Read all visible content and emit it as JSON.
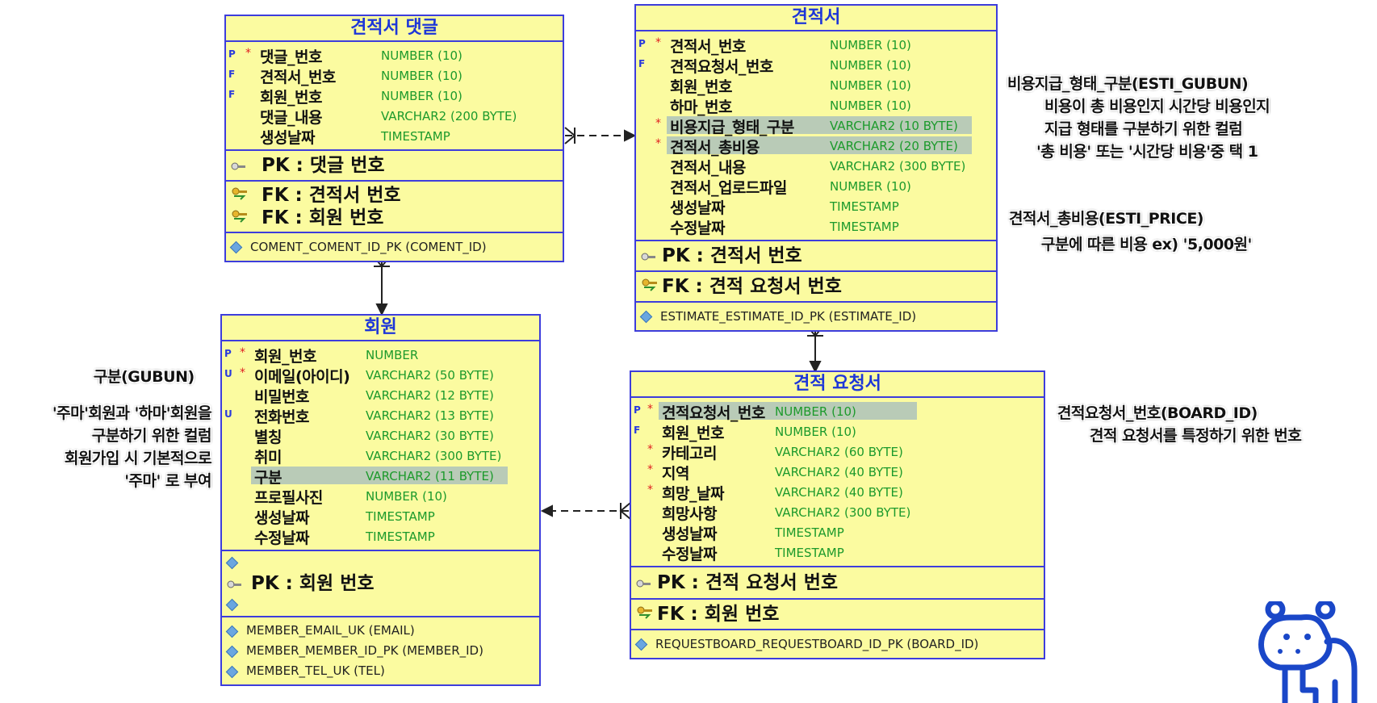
{
  "entities": {
    "comment": {
      "title": "견적서 댓글",
      "columns": [
        {
          "flag": "P",
          "req": "*",
          "name": "댓글_번호",
          "type": "NUMBER (10)"
        },
        {
          "flag": "F",
          "req": "",
          "name": "견적서_번호",
          "type": "NUMBER (10)"
        },
        {
          "flag": "F",
          "req": "",
          "name": "회원_번호",
          "type": "NUMBER (10)"
        },
        {
          "flag": "",
          "req": "",
          "name": "댓글_내용",
          "type": "VARCHAR2 (200 BYTE)"
        },
        {
          "flag": "",
          "req": "",
          "name": "생성날짜",
          "type": "TIMESTAMP"
        }
      ],
      "pk": "PK : 댓글 번호",
      "fk": [
        "FK : 견적서 번호",
        "FK : 회원 번호"
      ],
      "indexes": [
        "COMENT_COMENT_ID_PK (COMENT_ID)"
      ]
    },
    "estimate": {
      "title": "견적서",
      "columns": [
        {
          "flag": "P",
          "req": "*",
          "name": "견적서_번호",
          "type": "NUMBER (10)"
        },
        {
          "flag": "F",
          "req": "",
          "name": "견적요청서_번호",
          "type": "NUMBER (10)"
        },
        {
          "flag": "",
          "req": "",
          "name": "회원_번호",
          "type": "NUMBER (10)"
        },
        {
          "flag": "",
          "req": "",
          "name": "하마_번호",
          "type": "NUMBER (10)"
        },
        {
          "flag": "",
          "req": "*",
          "name": "비용지급_형태_구분",
          "type": "VARCHAR2 (10 BYTE)",
          "highlight": true
        },
        {
          "flag": "",
          "req": "*",
          "name": "견적서_총비용",
          "type": "VARCHAR2 (20 BYTE)",
          "highlight": true
        },
        {
          "flag": "",
          "req": "",
          "name": "견적서_내용",
          "type": "VARCHAR2 (300 BYTE)"
        },
        {
          "flag": "",
          "req": "",
          "name": "견적서_업로드파일",
          "type": "NUMBER (10)"
        },
        {
          "flag": "",
          "req": "",
          "name": "생성날짜",
          "type": "TIMESTAMP"
        },
        {
          "flag": "",
          "req": "",
          "name": "수정날짜",
          "type": "TIMESTAMP"
        }
      ],
      "pk": "PK : 견적서 번호",
      "fk": [
        "FK : 견적 요청서 번호"
      ],
      "indexes": [
        "ESTIMATE_ESTIMATE_ID_PK (ESTIMATE_ID)"
      ]
    },
    "member": {
      "title": "회원",
      "columns": [
        {
          "flag": "P",
          "req": "*",
          "name": "회원_번호",
          "type": "NUMBER"
        },
        {
          "flag": "U",
          "req": "*",
          "name": "이메일(아이디)",
          "type": "VARCHAR2 (50 BYTE)"
        },
        {
          "flag": "",
          "req": "",
          "name": "비밀번호",
          "type": "VARCHAR2 (12 BYTE)"
        },
        {
          "flag": "U",
          "req": "",
          "name": "전화번호",
          "type": "VARCHAR2 (13 BYTE)"
        },
        {
          "flag": "",
          "req": "",
          "name": "별칭",
          "type": "VARCHAR2 (30 BYTE)"
        },
        {
          "flag": "",
          "req": "",
          "name": "취미",
          "type": "VARCHAR2 (300 BYTE)"
        },
        {
          "flag": "",
          "req": "",
          "name": "구분",
          "type": "VARCHAR2 (11 BYTE)",
          "highlight": true
        },
        {
          "flag": "",
          "req": "",
          "name": "프로필사진",
          "type": "NUMBER (10)"
        },
        {
          "flag": "",
          "req": "",
          "name": "생성날짜",
          "type": "TIMESTAMP"
        },
        {
          "flag": "",
          "req": "",
          "name": "수정날짜",
          "type": "TIMESTAMP"
        }
      ],
      "pk": "PK : 회원 번호",
      "indexes": [
        "MEMBER_EMAIL_UK (EMAIL)",
        "MEMBER_MEMBER_ID_PK (MEMBER_ID)",
        "MEMBER_TEL_UK (TEL)"
      ]
    },
    "request": {
      "title": "견적 요청서",
      "columns": [
        {
          "flag": "P",
          "req": "*",
          "name": "견적요청서_번호",
          "type": "NUMBER (10)",
          "highlight": true
        },
        {
          "flag": "F",
          "req": "",
          "name": "회원_번호",
          "type": "NUMBER (10)"
        },
        {
          "flag": "",
          "req": "*",
          "name": "카테고리",
          "type": "VARCHAR2 (60 BYTE)"
        },
        {
          "flag": "",
          "req": "*",
          "name": "지역",
          "type": "VARCHAR2 (40 BYTE)"
        },
        {
          "flag": "",
          "req": "*",
          "name": "희망_날짜",
          "type": "VARCHAR2 (40 BYTE)"
        },
        {
          "flag": "",
          "req": "",
          "name": "희망사항",
          "type": "VARCHAR2 (300 BYTE)"
        },
        {
          "flag": "",
          "req": "",
          "name": "생성날짜",
          "type": "TIMESTAMP"
        },
        {
          "flag": "",
          "req": "",
          "name": "수정날짜",
          "type": "TIMESTAMP"
        }
      ],
      "pk": "PK : 견적 요청서 번호",
      "fk": [
        "FK : 회원 번호"
      ],
      "indexes": [
        "REQUESTBOARD_REQUESTBOARD_ID_PK (BOARD_ID)"
      ]
    }
  },
  "notes": {
    "esti_gubun": [
      "비용지급_형태_구분(ESTI_GUBUN)",
      "비용이 총 비용인지 시간당 비용인지",
      "지급 형태를 구분하기 위한 컬럼",
      "'총 비용' 또는 '시간당 비용'중 택 1"
    ],
    "esti_price": [
      "견적서_총비용(ESTI_PRICE)",
      "구분에 따른 비용 ex) '5,000원'"
    ],
    "gubun": [
      "구분(GUBUN)"
    ],
    "gubun_desc": [
      "'주마'회원과 '하마'회원을",
      "구분하기 위한 컬럼",
      "회원가입 시 기본적으로",
      "'주마' 로 부여"
    ],
    "board_id": [
      "견적요청서_번호(BOARD_ID)",
      "견적 요청서를 특정하기 위한 번호"
    ]
  },
  "colors": {
    "entity_bg": "#fbfba0",
    "border": "#3d3ddc",
    "title": "#1d36d8",
    "type": "#1c9a2c",
    "highlight": "#b9cbb7"
  },
  "icons": [
    "key-icon",
    "foreign-key-icon",
    "index-diamond-icon",
    "hippo-mascot-icon"
  ]
}
